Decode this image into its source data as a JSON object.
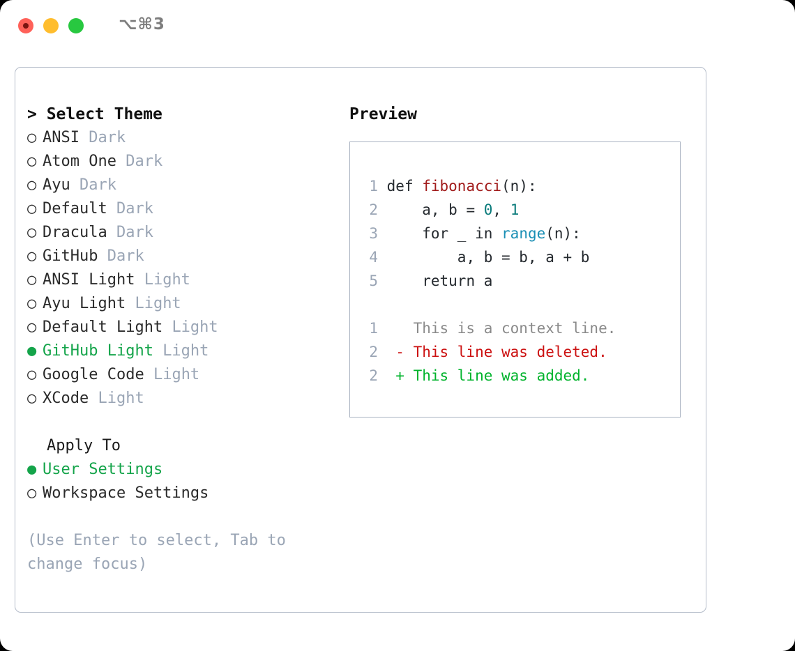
{
  "titlebar": {
    "shortcut": "⌥⌘3",
    "lights": [
      {
        "name": "close",
        "color": "#ff6159"
      },
      {
        "name": "minimize",
        "color": "#ffbd2e"
      },
      {
        "name": "maximize",
        "color": "#28c840"
      }
    ]
  },
  "theme_picker": {
    "header": "> Select Theme",
    "selected_bullet": "●",
    "unselected_bullet": "○",
    "items": [
      {
        "name": "ANSI",
        "badge": "Dark",
        "selected": false
      },
      {
        "name": "Atom One",
        "badge": "Dark",
        "selected": false
      },
      {
        "name": "Ayu",
        "badge": "Dark",
        "selected": false
      },
      {
        "name": "Default",
        "badge": "Dark",
        "selected": false
      },
      {
        "name": "Dracula",
        "badge": "Dark",
        "selected": false
      },
      {
        "name": "GitHub",
        "badge": "Dark",
        "selected": false
      },
      {
        "name": "ANSI Light",
        "badge": "Light",
        "selected": false
      },
      {
        "name": "Ayu Light",
        "badge": "Light",
        "selected": false
      },
      {
        "name": "Default Light",
        "badge": "Light",
        "selected": false
      },
      {
        "name": "GitHub Light",
        "badge": "Light",
        "selected": true
      },
      {
        "name": "Google Code",
        "badge": "Light",
        "selected": false
      },
      {
        "name": "XCode",
        "badge": "Light",
        "selected": false
      }
    ]
  },
  "apply_to": {
    "title": "Apply To",
    "options": [
      {
        "label": "User Settings",
        "selected": true
      },
      {
        "label": "Workspace Settings",
        "selected": false
      }
    ]
  },
  "hint": "(Use Enter to select, Tab to change focus)",
  "preview": {
    "title": "Preview",
    "code_lines": [
      {
        "no": "1",
        "tokens": [
          {
            "t": "def ",
            "c": "kw"
          },
          {
            "t": "fibonacci",
            "c": "fn"
          },
          {
            "t": "(n):",
            "c": "plain"
          }
        ]
      },
      {
        "no": "2",
        "tokens": [
          {
            "t": "    a, b = ",
            "c": "plain"
          },
          {
            "t": "0",
            "c": "num"
          },
          {
            "t": ", ",
            "c": "plain"
          },
          {
            "t": "1",
            "c": "num"
          }
        ]
      },
      {
        "no": "3",
        "tokens": [
          {
            "t": "    for _ in ",
            "c": "plain"
          },
          {
            "t": "range",
            "c": "call"
          },
          {
            "t": "(n):",
            "c": "plain"
          }
        ]
      },
      {
        "no": "4",
        "tokens": [
          {
            "t": "        a, b = b, a + b",
            "c": "plain"
          }
        ]
      },
      {
        "no": "5",
        "tokens": [
          {
            "t": "    return a",
            "c": "plain"
          }
        ]
      }
    ],
    "diff_lines": [
      {
        "no": "1",
        "marker": " ",
        "text": "This is a context line.",
        "kind": "ctx"
      },
      {
        "no": "2",
        "marker": "-",
        "text": "This line was deleted.",
        "kind": "del"
      },
      {
        "no": "2",
        "marker": "+",
        "text": "This line was added.",
        "kind": "add"
      }
    ]
  },
  "colors": {
    "accent_green": "#14a44a",
    "muted": "#9aa5b5",
    "diff_add": "#00b32c",
    "diff_del": "#cc1111",
    "fn_red": "#a11b1b",
    "call_blue": "#1b8fb5",
    "num_teal": "#0a7b7b"
  }
}
